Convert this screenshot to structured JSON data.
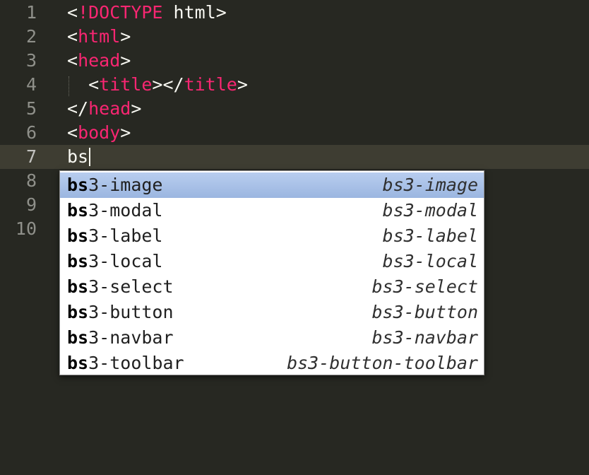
{
  "editor": {
    "lines": [
      {
        "num": "1",
        "parts": [
          {
            "t": "<",
            "c": "punct"
          },
          {
            "t": "!DOCTYPE",
            "c": "tag"
          },
          {
            "t": " html>",
            "c": "punct"
          }
        ]
      },
      {
        "num": "2",
        "parts": [
          {
            "t": "<",
            "c": "punct"
          },
          {
            "t": "html",
            "c": "tag"
          },
          {
            "t": ">",
            "c": "punct"
          }
        ]
      },
      {
        "num": "3",
        "parts": [
          {
            "t": "<",
            "c": "punct"
          },
          {
            "t": "head",
            "c": "tag"
          },
          {
            "t": ">",
            "c": "punct"
          }
        ]
      },
      {
        "num": "4",
        "parts": [
          {
            "t": "  <",
            "c": "punct"
          },
          {
            "t": "title",
            "c": "tag"
          },
          {
            "t": "></",
            "c": "punct"
          },
          {
            "t": "title",
            "c": "tag"
          },
          {
            "t": ">",
            "c": "punct"
          }
        ]
      },
      {
        "num": "5",
        "parts": [
          {
            "t": "</",
            "c": "punct"
          },
          {
            "t": "head",
            "c": "tag"
          },
          {
            "t": ">",
            "c": "punct"
          }
        ]
      },
      {
        "num": "6",
        "parts": [
          {
            "t": "<",
            "c": "punct"
          },
          {
            "t": "body",
            "c": "tag"
          },
          {
            "t": ">",
            "c": "punct"
          }
        ]
      },
      {
        "num": "7",
        "parts": [
          {
            "t": "bs",
            "c": "punct"
          }
        ],
        "current": true
      },
      {
        "num": "8",
        "parts": []
      },
      {
        "num": "9",
        "parts": []
      },
      {
        "num": "10",
        "parts": []
      }
    ]
  },
  "autocomplete": {
    "typed": "bs",
    "selected_index": 0,
    "items": [
      {
        "suffix": "3-image",
        "hint": "bs3-image"
      },
      {
        "suffix": "3-modal",
        "hint": "bs3-modal"
      },
      {
        "suffix": "3-label",
        "hint": "bs3-label"
      },
      {
        "suffix": "3-local",
        "hint": "bs3-local"
      },
      {
        "suffix": "3-select",
        "hint": "bs3-select"
      },
      {
        "suffix": "3-button",
        "hint": "bs3-button"
      },
      {
        "suffix": "3-navbar",
        "hint": "bs3-navbar"
      },
      {
        "suffix": "3-toolbar",
        "hint": "bs3-button-toolbar"
      }
    ]
  },
  "colors": {
    "background": "#272822",
    "current_line": "#3e3d32",
    "tag": "#f92672",
    "text": "#f8f8f2",
    "line_number": "#8f908a",
    "selection": "#a9c2e8"
  }
}
